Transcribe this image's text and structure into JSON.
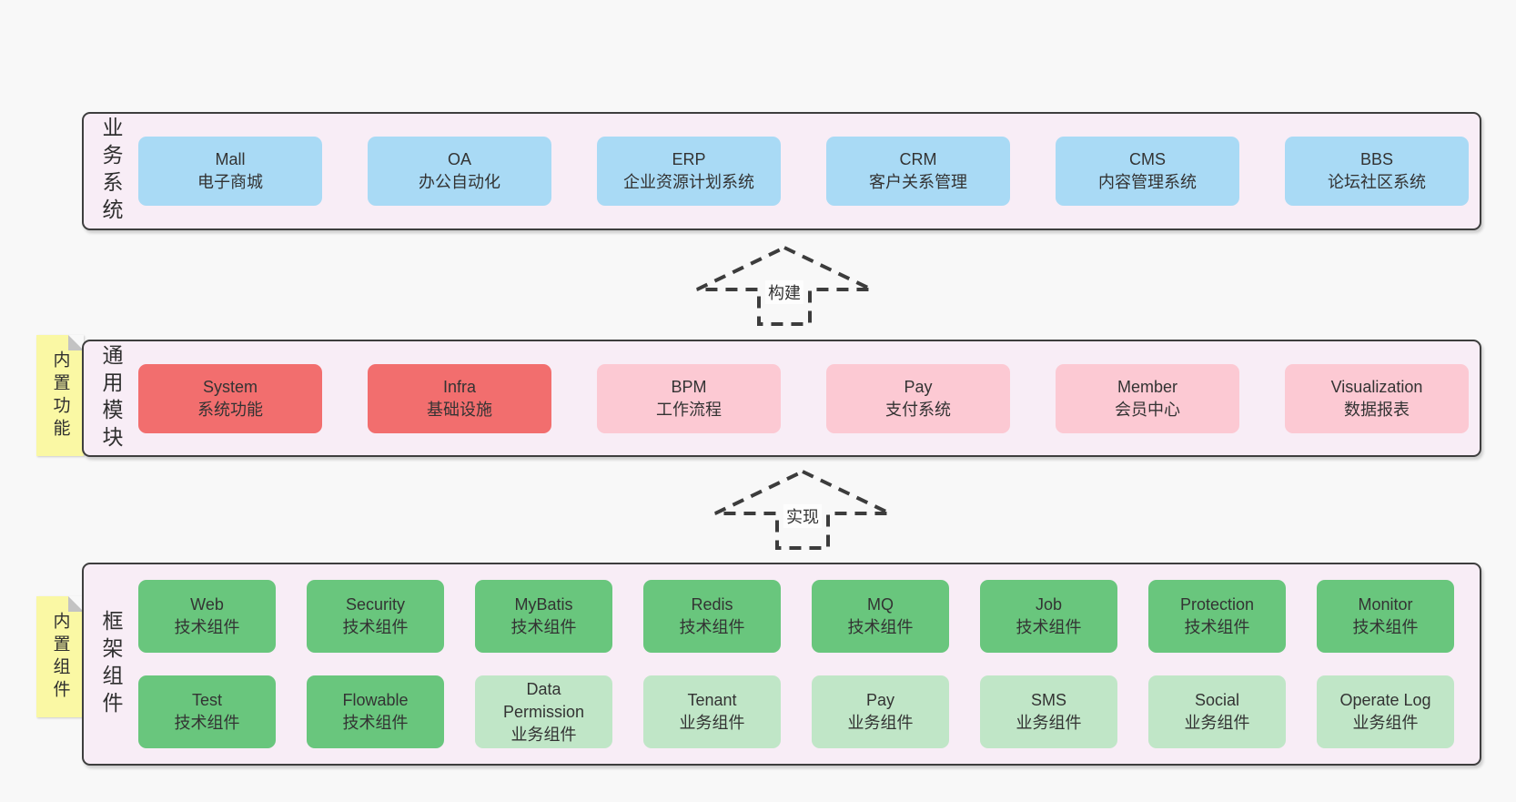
{
  "colors": {
    "page_bg": "#f8f8f8",
    "layer_bg": "#f8edf6",
    "layer_border": "#3e3e3e",
    "blue_box": "#a9daf5",
    "red_box": "#f26e6e",
    "pink_box": "#fcc9d3",
    "green_dark_box": "#69c67d",
    "green_light_box": "#c0e6c7",
    "note_bg": "#faf8a4",
    "text": "#333333"
  },
  "notes": [
    {
      "text": "内置功能"
    },
    {
      "text": "内置组件"
    }
  ],
  "arrows": [
    {
      "label": "构建"
    },
    {
      "label": "实现"
    }
  ],
  "layers": [
    {
      "label": "业务系统",
      "boxes": [
        {
          "name": "Mall",
          "desc": "电子商城"
        },
        {
          "name": "OA",
          "desc": "办公自动化"
        },
        {
          "name": "ERP",
          "desc": "企业资源计划系统"
        },
        {
          "name": "CRM",
          "desc": "客户关系管理"
        },
        {
          "name": "CMS",
          "desc": "内容管理系统"
        },
        {
          "name": "BBS",
          "desc": "论坛社区系统"
        }
      ]
    },
    {
      "label": "通用模块",
      "boxes": [
        {
          "name": "System",
          "desc": "系统功能"
        },
        {
          "name": "Infra",
          "desc": "基础设施"
        },
        {
          "name": "BPM",
          "desc": "工作流程"
        },
        {
          "name": "Pay",
          "desc": "支付系统"
        },
        {
          "name": "Member",
          "desc": "会员中心"
        },
        {
          "name": "Visualization",
          "desc": "数据报表"
        }
      ]
    },
    {
      "label": "框架组件",
      "rows": [
        [
          {
            "name": "Web",
            "desc": "技术组件"
          },
          {
            "name": "Security",
            "desc": "技术组件"
          },
          {
            "name": "MyBatis",
            "desc": "技术组件"
          },
          {
            "name": "Redis",
            "desc": "技术组件"
          },
          {
            "name": "MQ",
            "desc": "技术组件"
          },
          {
            "name": "Job",
            "desc": "技术组件"
          },
          {
            "name": "Protection",
            "desc": "技术组件"
          },
          {
            "name": "Monitor",
            "desc": "技术组件"
          }
        ],
        [
          {
            "name": "Test",
            "desc": "技术组件"
          },
          {
            "name": "Flowable",
            "desc": "技术组件"
          },
          {
            "name": "Data Permission",
            "desc": "业务组件"
          },
          {
            "name": "Tenant",
            "desc": "业务组件"
          },
          {
            "name": "Pay",
            "desc": "业务组件"
          },
          {
            "name": "SMS",
            "desc": "业务组件"
          },
          {
            "name": "Social",
            "desc": "业务组件"
          },
          {
            "name": "Operate Log",
            "desc": "业务组件"
          }
        ]
      ]
    }
  ]
}
